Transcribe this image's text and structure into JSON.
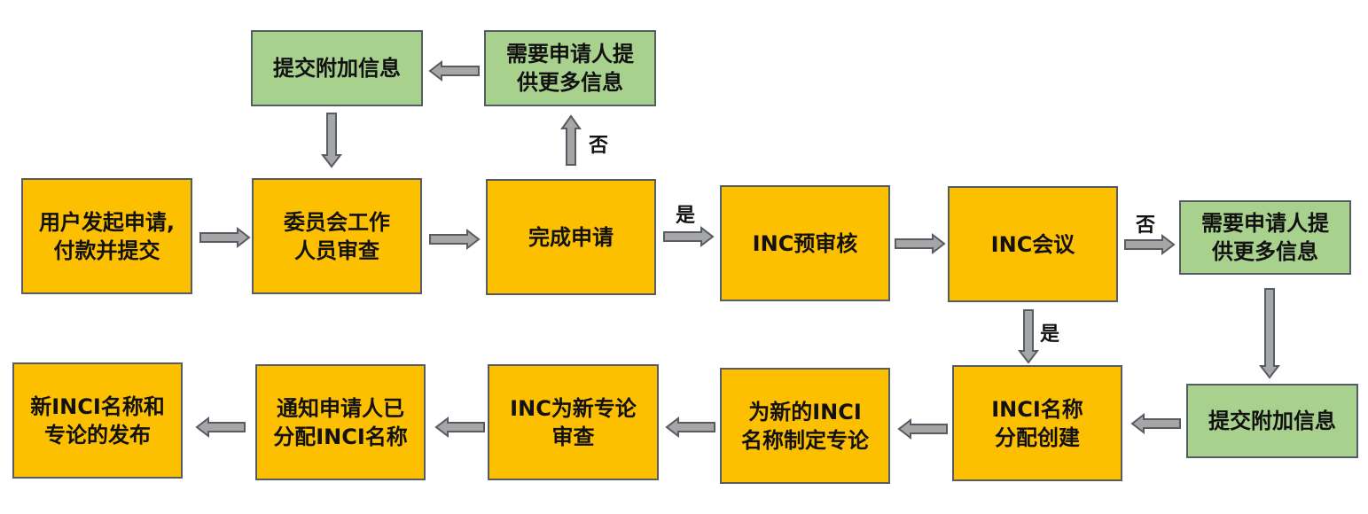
{
  "nodes": {
    "user_apply": "用户发起申请,\n付款并提交",
    "committee_review": "委员会工作\n人员审查",
    "complete_application": "完成申请",
    "inc_prereview": "INC预审核",
    "inc_meeting": "INC会议",
    "need_more_info_top": "需要申请人提\n供更多信息",
    "submit_info_top": "提交附加信息",
    "need_more_info_right": "需要申请人提\n供更多信息",
    "submit_info_right": "提交附加信息",
    "inci_name_create": "INCI名称\n分配创建",
    "monograph_new_inci": "为新的INCI\n名称制定专论",
    "inc_review_monograph": "INC为新专论\n审查",
    "notify_applicant": "通知申请人已\n分配INCI名称",
    "publish": "新INCI名称和\n专论的发布"
  },
  "labels": {
    "no_top": "否",
    "yes_complete": "是",
    "no_right": "否",
    "yes_meeting": "是"
  },
  "colors": {
    "process_box": "#fdc000",
    "info_box": "#a9d18e",
    "border": "#555c63",
    "arrow_fill": "#a6a6a6",
    "arrow_stroke": "#555c63"
  }
}
